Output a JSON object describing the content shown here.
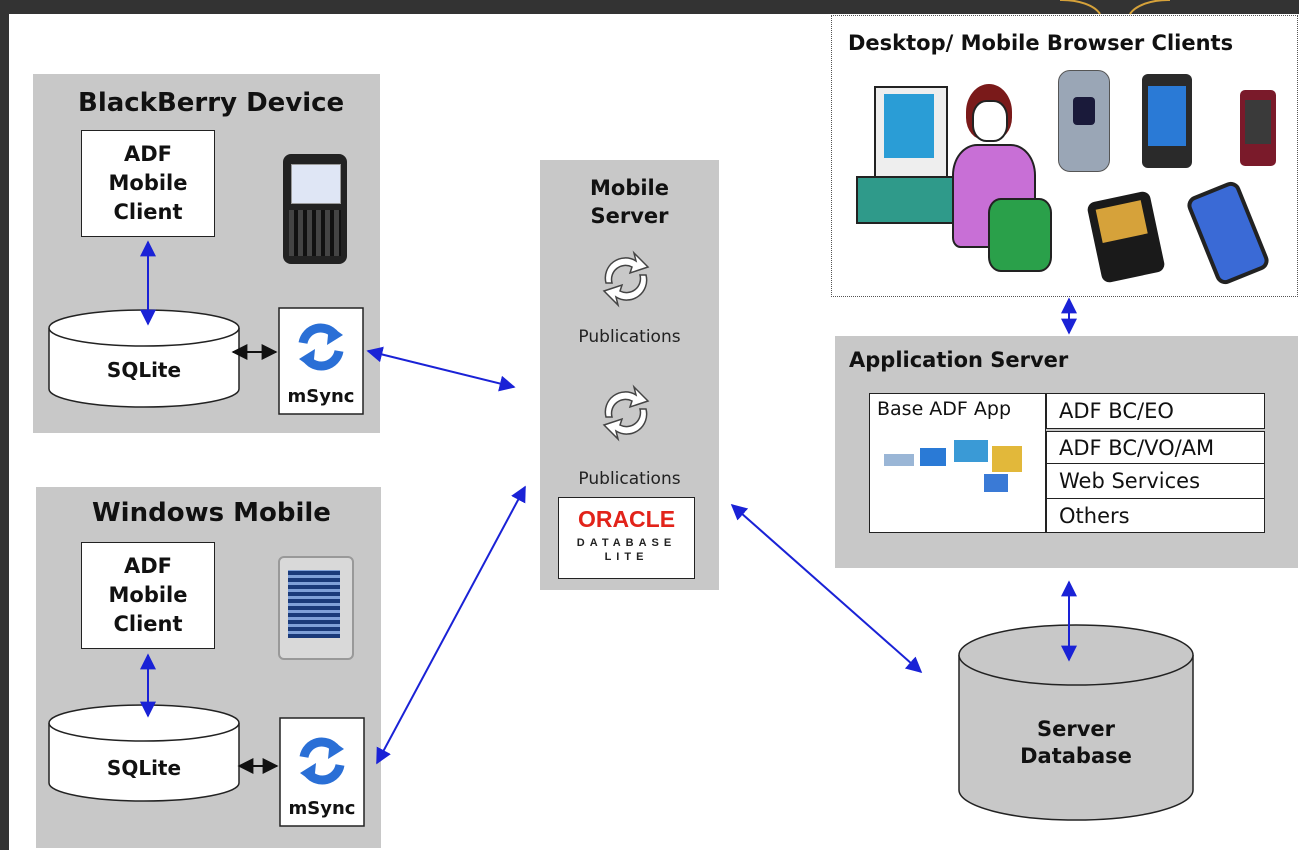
{
  "blackberry": {
    "title": "BlackBerry Device",
    "client": "ADF\nMobile\nClient",
    "db": "SQLite",
    "sync": "mSync"
  },
  "windows": {
    "title": "Windows Mobile",
    "client": "ADF\nMobile\nClient",
    "db": "SQLite",
    "sync": "mSync"
  },
  "mobile_server": {
    "title": "Mobile\nServer",
    "pub1": "Publications",
    "pub2": "Publications",
    "oracle": "ORACLE",
    "oracle_sub1": "DATABASE",
    "oracle_sub2": "LITE"
  },
  "clients": {
    "title": "Desktop/ Mobile Browser Clients"
  },
  "app_server": {
    "title": "Application Server",
    "base": "Base ADF App",
    "rows": [
      "ADF BC/EO",
      "ADF BC/VO/AM",
      "Web Services",
      "Others"
    ]
  },
  "server_db": {
    "label": "Server\nDatabase"
  },
  "colors": {
    "arrow_blue": "#1a22d6",
    "box_gray": "#c8c8c8",
    "oracle_red": "#e2231a",
    "sync_blue": "#2a6fd6"
  }
}
